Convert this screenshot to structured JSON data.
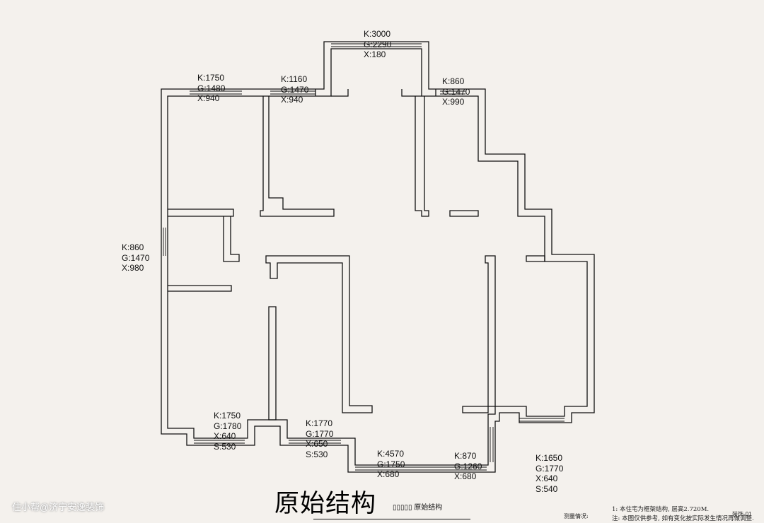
{
  "title": "原始结构",
  "subtitle": "▯▯▯▯▯ 原始结构",
  "watermark": "住小帮@济宁安逸装饰",
  "measure_label": "测量情况:",
  "notes": [
    "1: 本住宅为框架结构, 层高2.720M.",
    "注: 本图仅供参考, 如有变化按实际发生情况再做调整."
  ],
  "sheet_no": "装饰-01",
  "openings": [
    {
      "id": "top-balcony",
      "lines": [
        "K:3000",
        "G:2290",
        "X:180"
      ]
    },
    {
      "id": "bedroom-nw",
      "lines": [
        "K:1750",
        "G:1480",
        "X:940"
      ]
    },
    {
      "id": "room-n",
      "lines": [
        "K:1160",
        "G:1470",
        "X:940"
      ]
    },
    {
      "id": "room-ne",
      "lines": [
        "K:860",
        "G:1470",
        "X:990"
      ]
    },
    {
      "id": "west",
      "lines": [
        "K:860",
        "G:1470",
        "X:980"
      ]
    },
    {
      "id": "bedroom-sw",
      "lines": [
        "K:1750",
        "G:1780",
        "X:640",
        "S:530"
      ]
    },
    {
      "id": "bedroom-s",
      "lines": [
        "K:1770",
        "G:1770",
        "X:650",
        "S:530"
      ]
    },
    {
      "id": "living-s",
      "lines": [
        "K:4570",
        "G:1750",
        "X:680"
      ]
    },
    {
      "id": "small-s",
      "lines": [
        "K:870",
        "G:1260",
        "X:680"
      ]
    },
    {
      "id": "bedroom-se",
      "lines": [
        "K:1650",
        "G:1770",
        "X:640",
        "S:540"
      ]
    }
  ]
}
